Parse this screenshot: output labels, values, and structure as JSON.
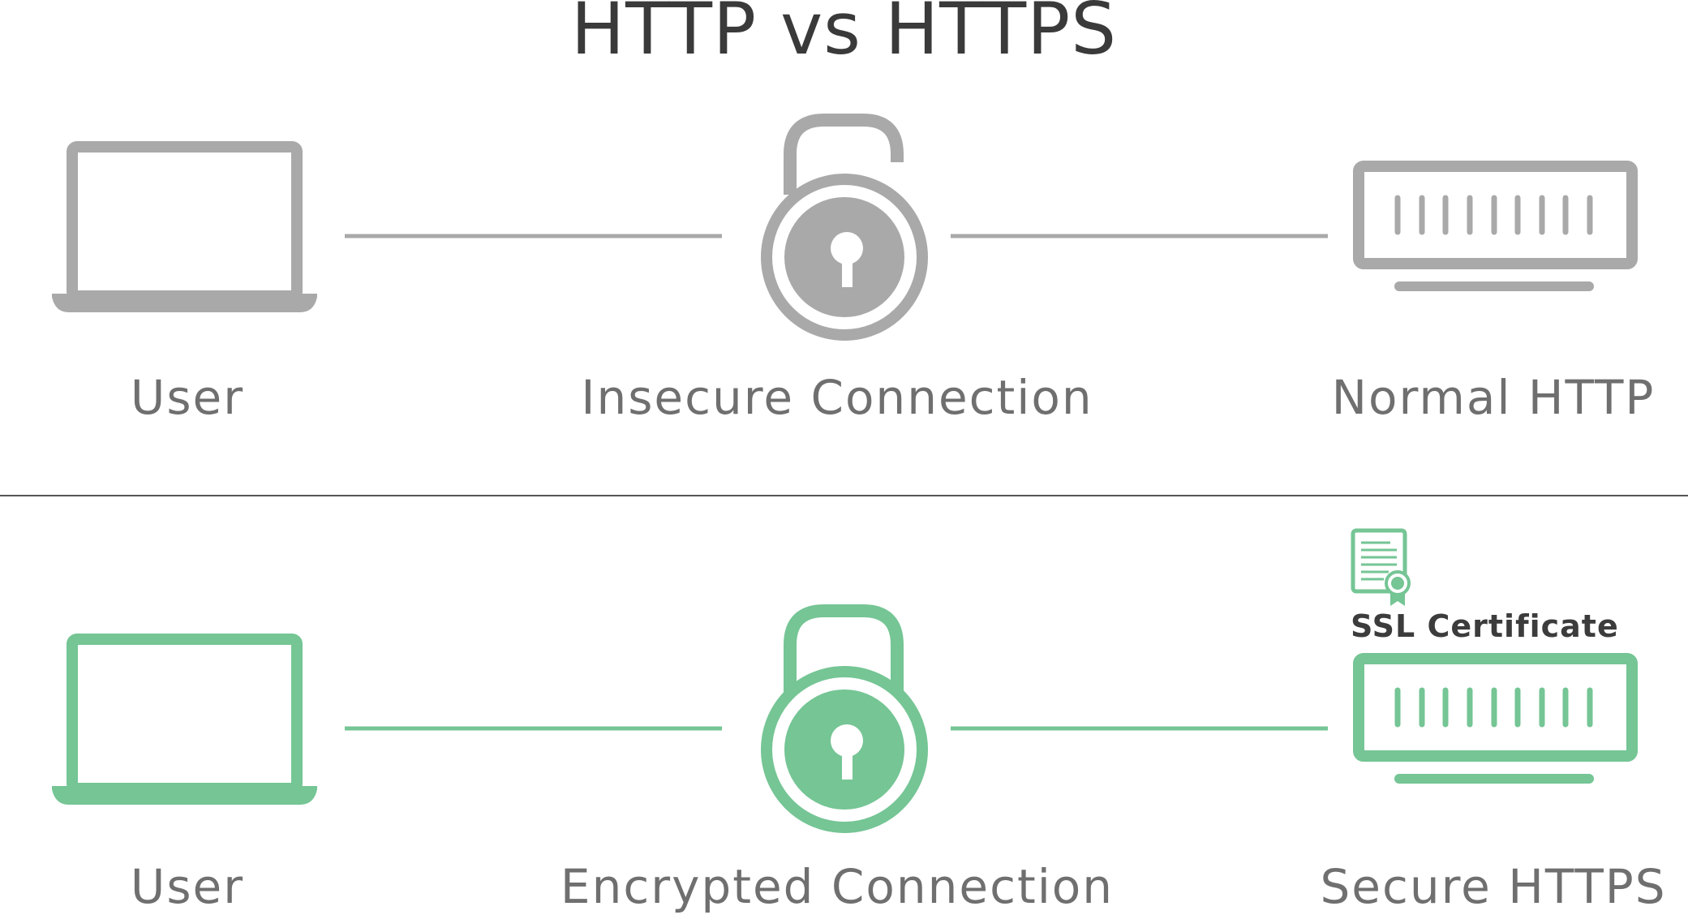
{
  "title": "HTTP vs HTTPS",
  "colors": {
    "insecure": "#a9a9a9",
    "secure": "#75c595",
    "title": "#3a3a3a",
    "label": "#6f6f6f",
    "divider": "#555555"
  },
  "http_row": {
    "user_label": "User",
    "connection_label": "Insecure Connection",
    "server_label": "Normal HTTP",
    "user_icon": "laptop-icon",
    "connection_icon": "unlocked-padlock-icon",
    "server_icon": "server-icon"
  },
  "https_row": {
    "user_label": "User",
    "connection_label": "Encrypted Connection",
    "server_label": "Secure HTTPS",
    "certificate_label": "SSL Certificate",
    "user_icon": "laptop-icon",
    "connection_icon": "locked-padlock-icon",
    "server_icon": "server-icon",
    "certificate_icon": "certificate-icon"
  }
}
